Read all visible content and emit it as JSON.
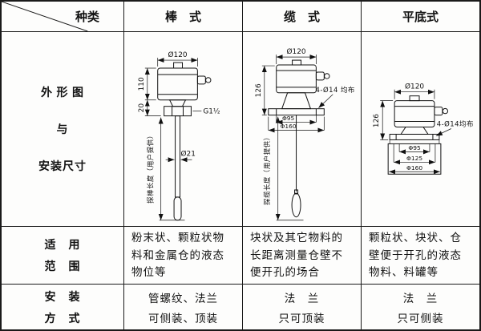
{
  "doc": {
    "header": {
      "corner": "种类",
      "col_rod": "棒　式",
      "col_cable": "缆　式",
      "col_flat": "平底式"
    },
    "outline_row": {
      "line1": "外 形 图",
      "line2": "与",
      "line3": "安装尺寸"
    },
    "application_row": {
      "label1": "适　用",
      "label2": "范　围",
      "rod": "粉末状、颗粒状物料和金属仓的液态物位等",
      "cable": "块状及其它物料的长距离测量仓壁不便开孔的场合",
      "flat": "颗粒状、块状、仓壁便于开孔的液态物料、料罐等"
    },
    "install_row": {
      "label1": "安　装",
      "label2": "方　式",
      "rod_line1": "管螺纹、法兰",
      "rod_line2": "可侧装、顶装",
      "cable_line1": "法　兰",
      "cable_line2": "只可顶装",
      "flat_line1": "法　兰",
      "flat_line2": "只可侧装"
    }
  },
  "drawings": {
    "rod": {
      "dia_top": "Ø120",
      "body_h": "110",
      "nut_h": "20",
      "thread": "G1½",
      "rod_dia": "Ø21",
      "probe_len": "探棒长度（用户提供）"
    },
    "cable": {
      "dia_top": "Ø120",
      "body_h": "126",
      "holes": "4-Ø14 均布",
      "bolt_circle": "Φ95",
      "flange_dia": "Φ160",
      "probe_len": "探缆长度（用户提供）"
    },
    "flat": {
      "dia_top": "Ø120",
      "body_h": "126",
      "holes": "4-Ø14均布",
      "dia_95": "Φ95",
      "dia_125": "Φ125",
      "dia_160": "Φ160"
    }
  },
  "colors": {
    "ink": "#111111",
    "paper": "#fdfdfc"
  }
}
